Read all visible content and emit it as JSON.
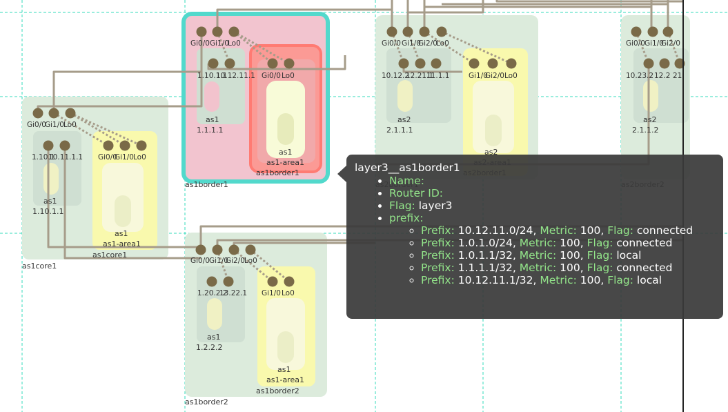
{
  "nodes": {
    "as1border1": {
      "name": "as1border1",
      "l2_ports": [
        "Gi0/0",
        "Gi1/0",
        "Lo0"
      ],
      "l3_ports": [
        "1.10.1.1",
        "10.12.11.1"
      ],
      "area_ports": [
        "Gi0/0",
        "Lo0"
      ],
      "as_label": "as1",
      "router_id": "1.1.1.1",
      "area_as": "as1",
      "area_name": "as1-area1",
      "area_node": "as1border1"
    },
    "as2border1": {
      "name": "as2border1",
      "l2_ports": [
        "Gi0/0",
        "Gi1/0",
        "Gi2/0",
        "Lo0"
      ],
      "l3_ports": [
        "10.12.2",
        "12.21.1",
        "11.1.1"
      ],
      "area_ports": [
        "Gi1/0",
        "Gi2/0",
        "Lo0"
      ],
      "as_label": "as2",
      "router_id": "2.1.1.1",
      "area_as": "as2",
      "area_name": "as2-area1",
      "area_node": "as2border1"
    },
    "as2border2": {
      "name": "as2border2",
      "l2_ports": [
        "Gi0/0",
        "Gi1/0",
        "Gi2/0"
      ],
      "l3_ports": [
        "10.23.2",
        "12.2",
        "21"
      ],
      "as_label": "as2",
      "router_id": "2.1.1.2"
    },
    "as1core1": {
      "name": "as1core1",
      "l2_ports": [
        "Gi0/0",
        "Gi1/0",
        "Lo0"
      ],
      "l3_ports": [
        "1.10.1",
        "10.11.1.1"
      ],
      "area_ports": [
        "Gi0/0",
        "Gi1/0",
        "Lo0"
      ],
      "as_label": "as1",
      "router_id": "1.10.1.1",
      "area_as": "as1",
      "area_name": "as1-area1",
      "area_node": "as1core1"
    },
    "as1border2": {
      "name": "as1border2",
      "l2_ports": [
        "Gi0/0",
        "Gi1/0",
        "Gi2/0",
        "Lo0"
      ],
      "l3_ports": [
        "1.20.2.2",
        "13.22.1"
      ],
      "area_ports": [
        "Gi1/0",
        "Lo0"
      ],
      "as_label": "as1",
      "router_id": "1.2.2.2",
      "area_as": "as1",
      "area_name": "as1-area1",
      "area_node": "as1border2"
    }
  },
  "tooltip": {
    "title": "layer3__as1border1",
    "fields": [
      {
        "key": "Name:",
        "value": ""
      },
      {
        "key": "Router ID:",
        "value": ""
      },
      {
        "key": "Flag:",
        "value": "layer3"
      },
      {
        "key": "prefix:",
        "value": ""
      }
    ],
    "prefix_labels": {
      "prefix": "Prefix:",
      "metric": "Metric:",
      "flag": "Flag:"
    },
    "prefixes": [
      {
        "prefix": "10.12.11.0/24",
        "metric": "100",
        "flag": "connected"
      },
      {
        "prefix": "1.0.1.0/24",
        "metric": "100",
        "flag": "connected"
      },
      {
        "prefix": "1.0.1.1/32",
        "metric": "100",
        "flag": "local"
      },
      {
        "prefix": "1.1.1.1/32",
        "metric": "100",
        "flag": "connected"
      },
      {
        "prefix": "10.12.11.1/32",
        "metric": "100",
        "flag": "local"
      }
    ]
  },
  "colors": {
    "node_bg": "#dcebdc",
    "area_bg": "#f8f8a8",
    "selected_bg": "#f2c4cf",
    "selected_outline": "#52d9cc",
    "highlight_outline": "#ff7b73",
    "port": "#7a6a48",
    "link": "#a69c8a",
    "grid": "#33dbbb"
  }
}
